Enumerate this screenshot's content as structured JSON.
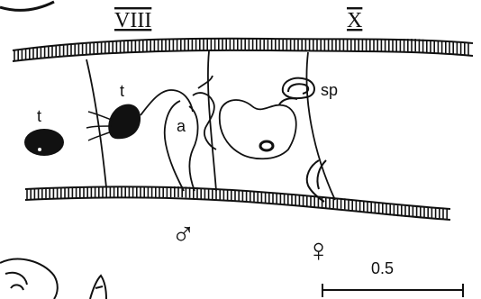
{
  "segments": {
    "left": "VIII",
    "right": "X"
  },
  "labels": {
    "testis_left": "t",
    "testis_center": "t",
    "atrium": "a",
    "spermatheca": "sp",
    "male_pore": "♂",
    "female_pore": "♀"
  },
  "scale_bar": {
    "value": "0.5"
  },
  "colors": {
    "ink": "#111111",
    "paper": "#ffffff"
  }
}
